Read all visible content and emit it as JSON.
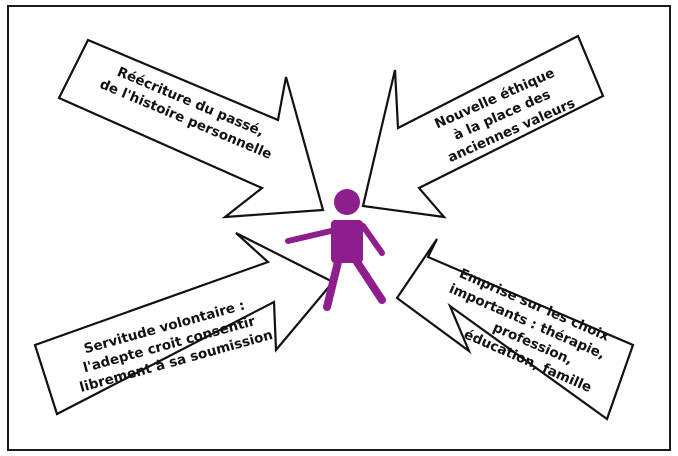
{
  "diagram": {
    "arrows": [
      {
        "id": "top-left",
        "lines": [
          "Réécriture du passé,",
          "de l'histoire personnelle"
        ]
      },
      {
        "id": "top-right",
        "lines": [
          "Nouvelle éthique",
          "à la place des",
          "anciennes valeurs"
        ]
      },
      {
        "id": "bottom-left",
        "lines": [
          "Servitude volontaire :",
          "l'adepte croit consentir",
          "librement à sa soumission"
        ]
      },
      {
        "id": "bottom-right",
        "lines": [
          "Emprise sur les choix",
          "importants : thérapie,",
          "profession,",
          "éducation, famille"
        ]
      }
    ],
    "figure": {
      "name": "person",
      "color": "#8e1e8e"
    }
  }
}
